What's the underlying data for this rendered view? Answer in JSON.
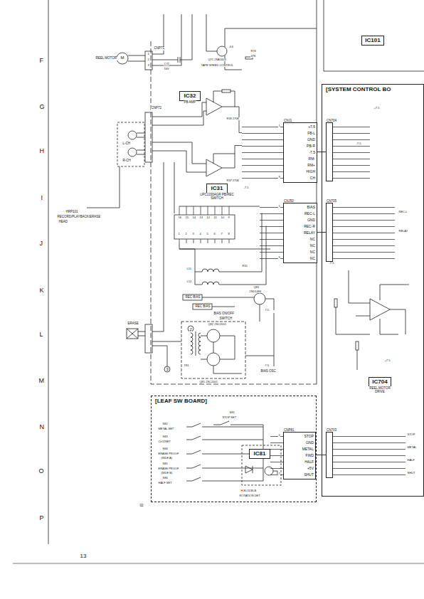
{
  "diagram": {
    "nodes": [
      {
        "text": [
          "[SYSTEM CONTROL BO"
        ]
      },
      {
        "text": [
          "IC101"
        ]
      },
      {
        "text": [
          "[LEAF SW BOARD]"
        ]
      },
      {
        "text": [
          "IC32",
          "PB AMP"
        ]
      },
      {
        "text": [
          "IC31",
          "UPC1330AGR PB/REC SWITCH"
        ]
      },
      {
        "text": [
          "CNJ1",
          "+7.5",
          "FB-L",
          "GND",
          "PB-R",
          "-7.5",
          "RM-",
          "RM+",
          "HIGH",
          "CH"
        ]
      },
      {
        "text": [
          "CN704"
        ],
        "in": 0
      },
      {
        "text": [
          "CNJ50",
          "BIAS",
          "REC-L",
          "GND",
          "REC-R",
          "RELAY",
          "NC",
          "NC",
          "NC",
          "NC"
        ]
      },
      {
        "text": [
          "CN705"
        ],
        "in": 0
      },
      {
        "text": [
          "CNP81",
          "STOP",
          "GND",
          "METAL",
          "FWD",
          "HALF",
          "+5V",
          "SHUT"
        ],
        "in": 2
      },
      {
        "text": [
          "CN703"
        ],
        "in": 0
      },
      {
        "text": [
          "IC704",
          "REEL MOTOR DRIVE"
        ],
        "in": 0
      },
      {
        "text": [
          "IC81"
        ],
        "in": 2
      }
    ],
    "edges": [
      {
        "from": 5,
        "to": 6,
        "arrow": "none"
      },
      {
        "from": 7,
        "to": 8,
        "arrow": "none"
      },
      {
        "from": 9,
        "to": 10,
        "arrow": "none"
      }
    ],
    "labels": [
      "F",
      "G",
      "H",
      "I",
      "J",
      "K",
      "L",
      "M",
      "N",
      "O",
      "P",
      "13",
      "02",
      "REEL MOTOR",
      "M",
      "CNP71",
      "1",
      "2",
      "3",
      "C72",
      "16V",
      "Q71 2SA1603",
      "TAPE SPEED CONTROL",
      "4.6",
      "R74",
      "47K",
      "CNP72",
      "L-CH",
      "R-CH",
      "HRP101",
      "RECORD/PLAYBACK/ERASE",
      "HEAD",
      "R33 270K",
      "R37 270K",
      "-7.5",
      "16",
      "15",
      "14",
      "13",
      "12",
      "11",
      "10",
      "9",
      "1",
      "2",
      "3",
      "4",
      "5",
      "6",
      "7",
      "8",
      "L11",
      "L12",
      "R15",
      "REC BIAS",
      "REC BIAS",
      "BIAS ON/OFF",
      "SWITCH",
      "Q83",
      "2SD1484",
      "7.5",
      "Q82 2SC2001",
      "Q81 2SC2001",
      "T81",
      "2",
      "3",
      "ERASE",
      "7.5",
      "BIAS OSC",
      "1",
      "9",
      "1",
      "9",
      "1",
      "7",
      "S81",
      "STOP SET",
      "S82",
      "METAL SET",
      "S83",
      "CrO2SET",
      "S84",
      "ERASE PROOF",
      "(SIDE A)",
      "S85",
      "ERASE PROOF",
      "(SIDE B)",
      "S86",
      "HALF SET",
      "H.EL5136-B",
      "ROTATION DET",
      "REC-L",
      "RELAY",
      "-7.5",
      "+7.5",
      "-7.5",
      "+7.5",
      "STOP",
      "METAL",
      "HALF",
      "SHUT"
    ]
  }
}
